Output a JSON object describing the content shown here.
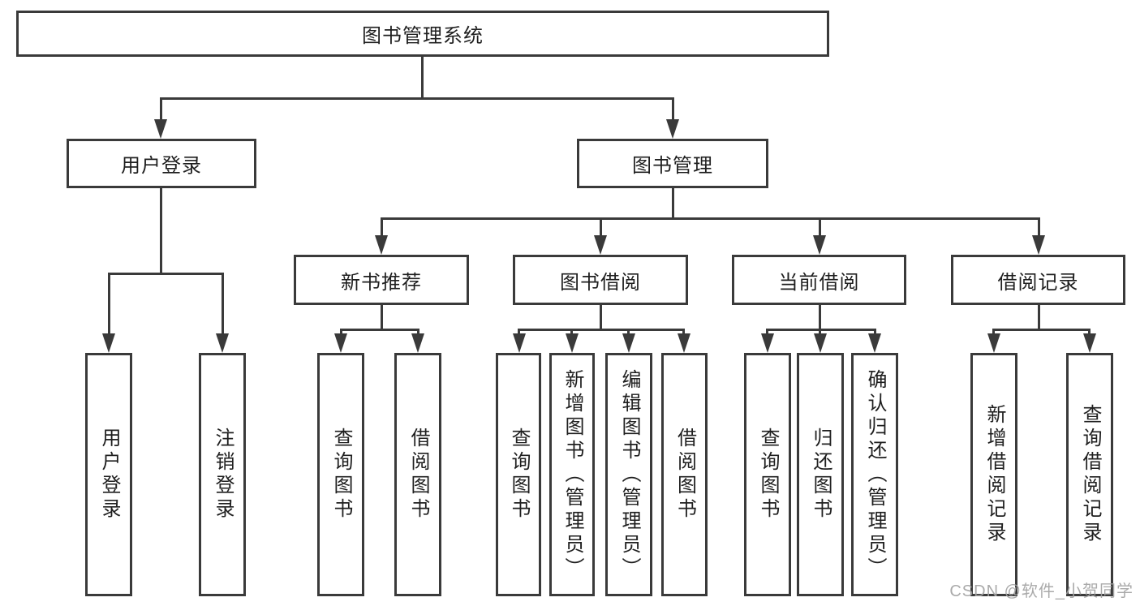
{
  "diagram": {
    "title": "图书管理系统",
    "branches": [
      {
        "label": "用户登录",
        "children": [
          "用户登录",
          "注销登录"
        ]
      },
      {
        "label": "图书管理",
        "groups": [
          {
            "label": "新书推荐",
            "children": [
              "查询图书",
              "借阅图书"
            ]
          },
          {
            "label": "图书借阅",
            "children": [
              "查询图书",
              "新增图书（管理员）",
              "编辑图书（管理员）",
              "借阅图书"
            ]
          },
          {
            "label": "当前借阅",
            "children": [
              "查询图书",
              "归还图书",
              "确认归还（管理员）"
            ]
          },
          {
            "label": "借阅记录",
            "children": [
              "新增借阅记录",
              "查询借阅记录"
            ]
          }
        ]
      }
    ]
  },
  "watermark": "CSDN @软件_小贺同学",
  "colors": {
    "line": "#3a3a3a",
    "text": "#1f1f1f",
    "background": "#ffffff",
    "watermark": "#a3a3a3"
  }
}
